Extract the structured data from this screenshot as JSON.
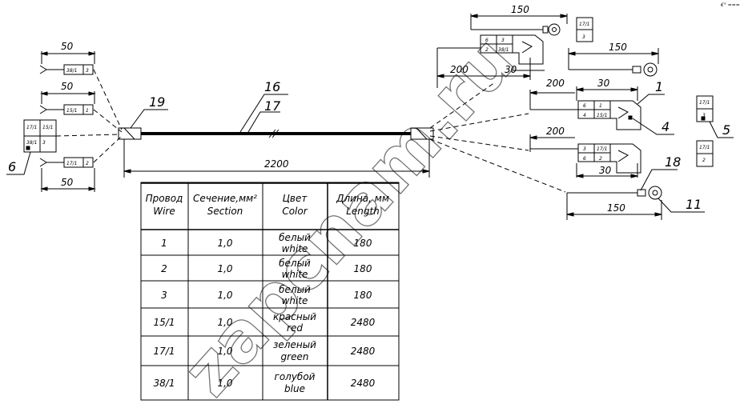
{
  "drawing": {
    "dimensions": {
      "left_top": "50",
      "left_mid": "50",
      "left_bottom": "50",
      "main_length": "2200",
      "right_top_150": "150",
      "right_150_b": "150",
      "right_200_a": "200",
      "right_30_a": "30",
      "right_200_b": "200",
      "right_30_b": "30",
      "right_200_c": "200",
      "right_30_c": "30",
      "right_150_c": "150"
    },
    "callouts": [
      "16",
      "17",
      "19",
      "6",
      "1",
      "4",
      "5",
      "18",
      "11"
    ],
    "connector_codes": {
      "left_top": [
        "38/1",
        "3"
      ],
      "left_mid": [
        "15/1",
        "1"
      ],
      "left_bottom": [
        "17/1",
        "2"
      ],
      "block6": [
        "17/1",
        "15/1",
        "38/1",
        "3"
      ],
      "right_top": [
        "6",
        "3",
        "2",
        "38/1"
      ],
      "right_mid": [
        "6",
        "1",
        "4",
        "15/1"
      ],
      "right_low": [
        "3",
        "17/1",
        "6",
        "2"
      ],
      "part5_top": [
        "17/1",
        "3"
      ],
      "part5_low": [
        "17/1",
        "2"
      ],
      "small_top": [
        "17/1",
        "3"
      ]
    },
    "watermark": "zapcnam.ru",
    "corner_mark": "€° ==="
  },
  "table": {
    "headers": [
      [
        "Провод",
        "Wire"
      ],
      [
        "Сечение,мм²",
        "Section"
      ],
      [
        "Цвет",
        "Color"
      ],
      [
        "Длина, мм",
        "Length"
      ]
    ],
    "rows": [
      [
        "1",
        "1,0",
        "белый",
        "white",
        "180"
      ],
      [
        "2",
        "1,0",
        "белый",
        "white",
        "180"
      ],
      [
        "3",
        "1,0",
        "белый",
        "white",
        "180"
      ],
      [
        "15/1",
        "1,0",
        "красный",
        "red",
        "2480"
      ],
      [
        "17/1",
        "1,0",
        "зеленый",
        "green",
        "2480"
      ],
      [
        "38/1",
        "1,0",
        "голубой",
        "blue",
        "2480"
      ]
    ]
  }
}
